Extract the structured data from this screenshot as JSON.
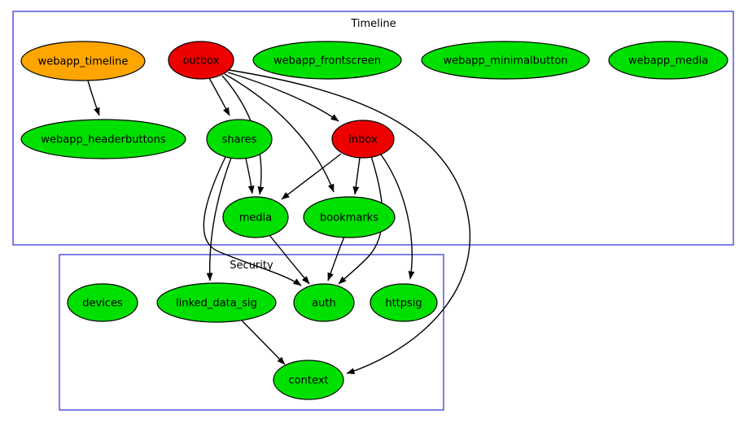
{
  "diagram": {
    "clusters": [
      {
        "id": "timeline",
        "label": "Timeline"
      },
      {
        "id": "security",
        "label": "Security"
      }
    ],
    "nodes": [
      {
        "id": "webapp_timeline",
        "label": "webapp_timeline",
        "color": "#ffa500",
        "cluster": "timeline"
      },
      {
        "id": "outbox",
        "label": "outbox",
        "color": "#ec0000",
        "cluster": "timeline"
      },
      {
        "id": "webapp_frontscreen",
        "label": "webapp_frontscreen",
        "color": "#00e000",
        "cluster": "timeline"
      },
      {
        "id": "webapp_minimalbutton",
        "label": "webapp_minimalbutton",
        "color": "#00e000",
        "cluster": "timeline"
      },
      {
        "id": "webapp_media",
        "label": "webapp_media",
        "color": "#00e000",
        "cluster": "timeline"
      },
      {
        "id": "webapp_headerbuttons",
        "label": "webapp_headerbuttons",
        "color": "#00e000",
        "cluster": "timeline"
      },
      {
        "id": "shares",
        "label": "shares",
        "color": "#00e000",
        "cluster": "timeline"
      },
      {
        "id": "inbox",
        "label": "inbox",
        "color": "#ec0000",
        "cluster": "timeline"
      },
      {
        "id": "media",
        "label": "media",
        "color": "#00e000",
        "cluster": "timeline"
      },
      {
        "id": "bookmarks",
        "label": "bookmarks",
        "color": "#00e000",
        "cluster": "timeline"
      },
      {
        "id": "devices",
        "label": "devices",
        "color": "#00e000",
        "cluster": "security"
      },
      {
        "id": "linked_data_sig",
        "label": "linked_data_sig",
        "color": "#00e000",
        "cluster": "security"
      },
      {
        "id": "auth",
        "label": "auth",
        "color": "#00e000",
        "cluster": "security"
      },
      {
        "id": "httpsig",
        "label": "httpsig",
        "color": "#00e000",
        "cluster": "security"
      },
      {
        "id": "context",
        "label": "context",
        "color": "#00e000",
        "cluster": "security"
      }
    ],
    "edges": [
      {
        "from": "webapp_timeline",
        "to": "webapp_headerbuttons"
      },
      {
        "from": "outbox",
        "to": "shares"
      },
      {
        "from": "outbox",
        "to": "inbox"
      },
      {
        "from": "outbox",
        "to": "media"
      },
      {
        "from": "outbox",
        "to": "bookmarks"
      },
      {
        "from": "outbox",
        "to": "context"
      },
      {
        "from": "inbox",
        "to": "media"
      },
      {
        "from": "inbox",
        "to": "bookmarks"
      },
      {
        "from": "inbox",
        "to": "auth"
      },
      {
        "from": "inbox",
        "to": "httpsig"
      },
      {
        "from": "shares",
        "to": "media"
      },
      {
        "from": "shares",
        "to": "linked_data_sig"
      },
      {
        "from": "shares",
        "to": "auth"
      },
      {
        "from": "media",
        "to": "auth"
      },
      {
        "from": "bookmarks",
        "to": "auth"
      },
      {
        "from": "linked_data_sig",
        "to": "context"
      }
    ],
    "colors": {
      "cluster_border": "#3b3bdb",
      "edge": "#000000",
      "node_border": "#000000",
      "background": "#ffffff"
    }
  }
}
